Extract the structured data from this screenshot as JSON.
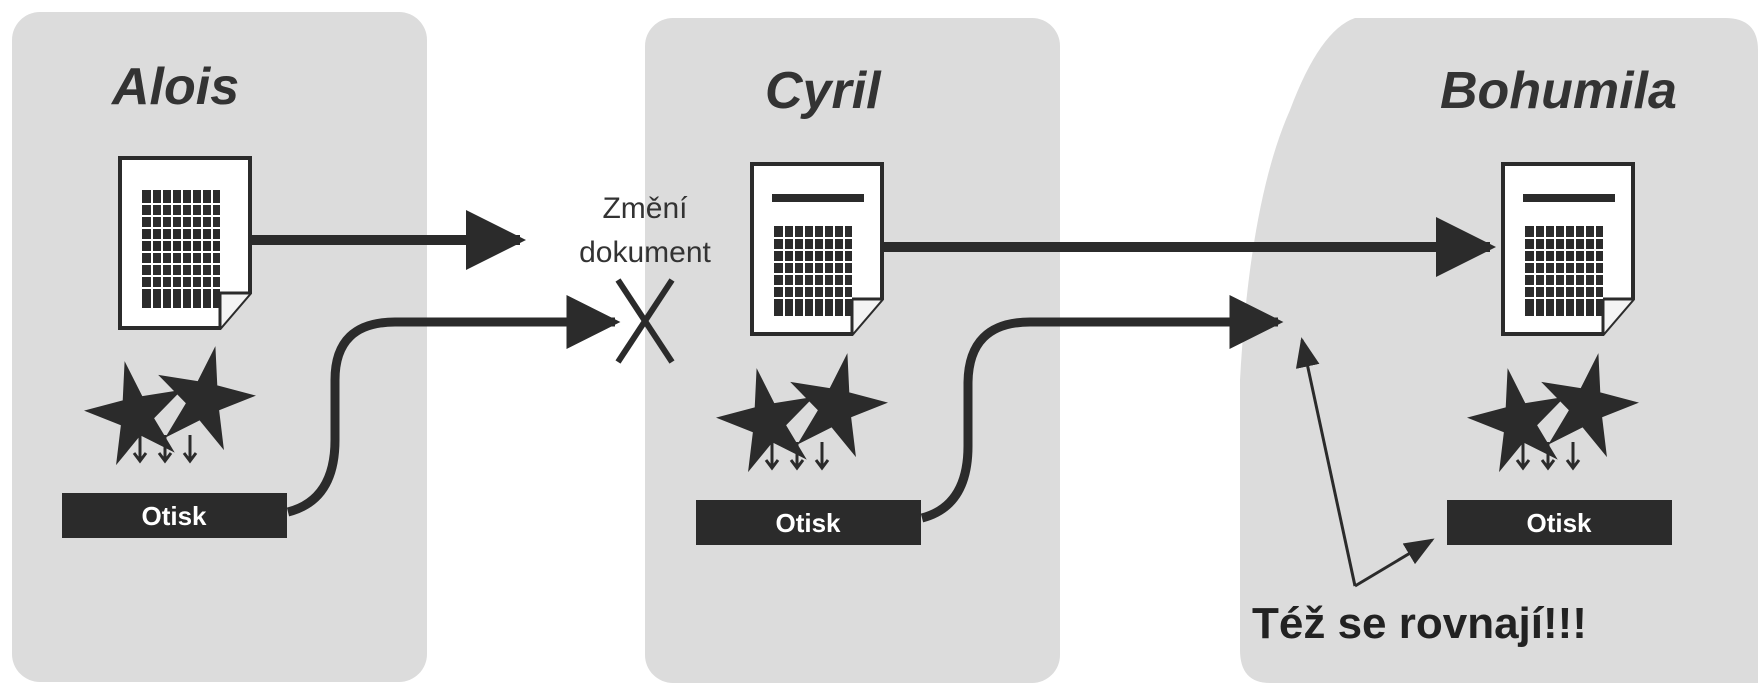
{
  "colors": {
    "panel": "#dcdcdc",
    "ink": "#2b2b2b",
    "paper": "#ffffff",
    "stamp_bg": "#2b2b2b",
    "stamp_text": "#ffffff"
  },
  "people": [
    {
      "name": "Alois",
      "stamp_label": "Otisk"
    },
    {
      "name": "Cyril",
      "stamp_label": "Otisk"
    },
    {
      "name": "Bohumila",
      "stamp_label": "Otisk"
    }
  ],
  "annotation": {
    "change_line1": "Změní",
    "change_line2": "dokument"
  },
  "conclusion": "Též se rovnají!!!",
  "icons": [
    "document-icon",
    "stars-icon",
    "arrow-icon",
    "cross-icon"
  ]
}
